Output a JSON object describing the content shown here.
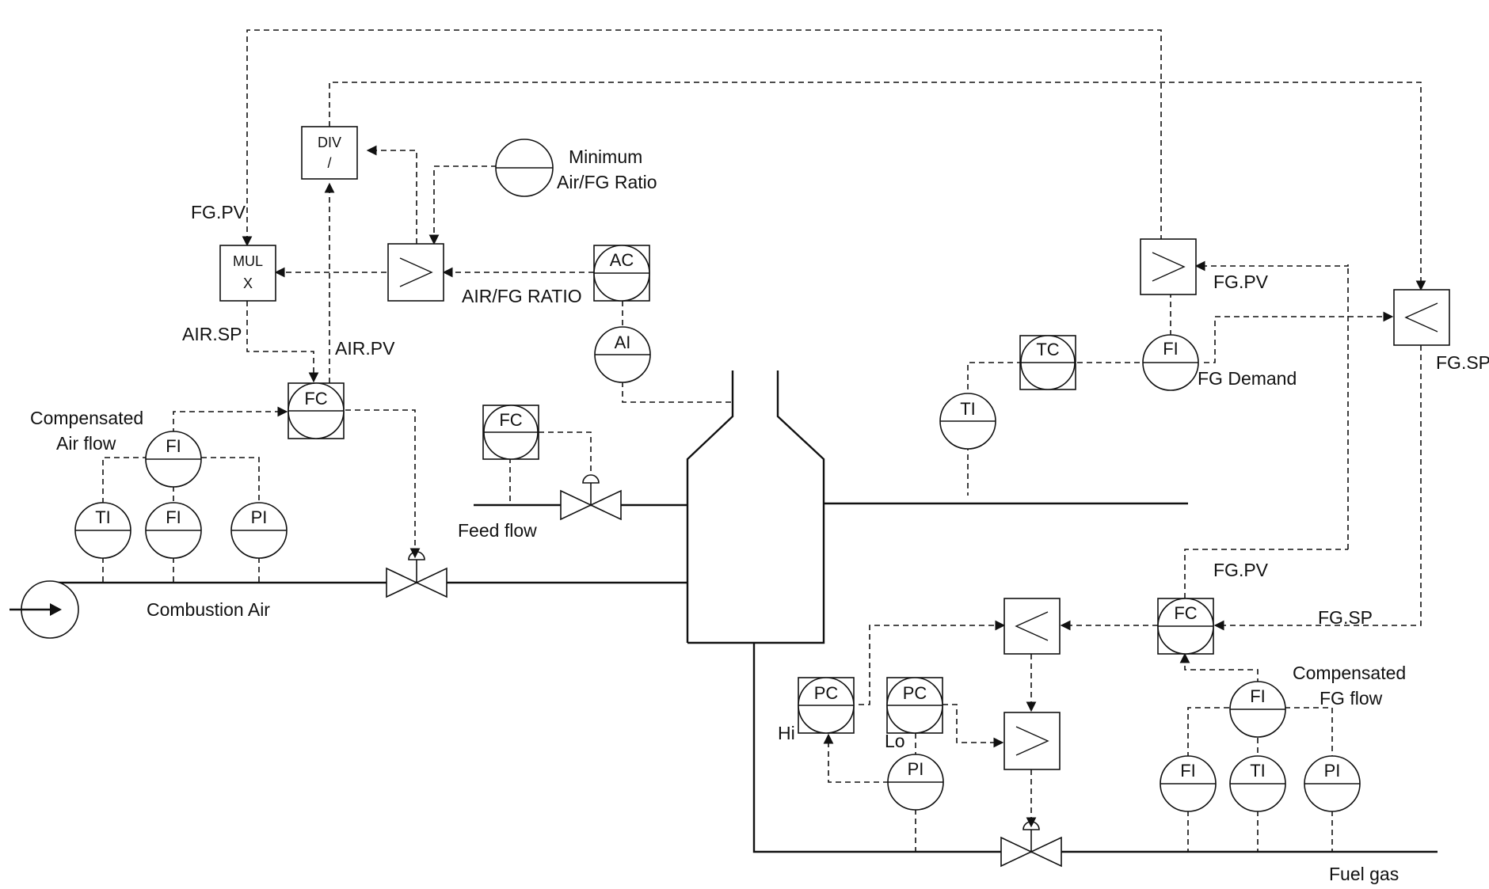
{
  "labels": {
    "minimum": "Minimum",
    "air_fg_ratio_const": "Air/FG Ratio",
    "fg_pv_left": "FG.PV",
    "air_sp": "AIR.SP",
    "air_pv": "AIR.PV",
    "air_fg_ratio": "AIR/FG RATIO",
    "compensated_air_1": "Compensated",
    "compensated_air_2": "Air flow",
    "feed_flow": "Feed flow",
    "combustion_air": "Combustion Air",
    "fg_pv_top": "FG.PV",
    "fg_sp_right": "FG.SP",
    "fg_demand": "FG Demand",
    "fg_pv_mid": "FG.PV",
    "fg_sp_mid": "FG.SP",
    "compensated_fg_1": "Compensated",
    "compensated_fg_2": "FG flow",
    "hi": "Hi",
    "lo": "Lo",
    "fuel_gas": "Fuel gas"
  },
  "blocks": {
    "div_1": "DIV",
    "div_2": "/",
    "mul_1": "MUL",
    "mul_2": "X"
  },
  "instruments": {
    "ac": "AC",
    "ai": "AI",
    "fc_air": "FC",
    "fi_comp_air": "FI",
    "ti_air": "TI",
    "fi_air": "FI",
    "pi_air": "PI",
    "fc_feed": "FC",
    "tc": "TC",
    "fi_demand": "FI",
    "ti_outlet": "TI",
    "fc_fg": "FC",
    "fi_comp_fg": "FI",
    "fi_fg": "FI",
    "ti_fg": "TI",
    "pi_fg_right": "PI",
    "pc_hi": "PC",
    "pc_lo": "PC",
    "pi_fg": "PI"
  }
}
